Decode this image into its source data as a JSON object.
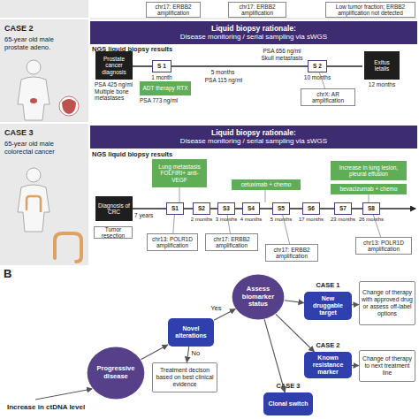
{
  "diagram": {
    "nodes": [
      {
        "text": [
          "chr17: ERBB2 amplification"
        ]
      },
      {
        "text": [
          "chr17: ERBB2 amplification"
        ]
      },
      {
        "text": [
          "Low tumor fraction; ERBB2 amplification not detected"
        ]
      },
      {
        "text": [
          "CASE 2",
          "65-year old male prostate adeno."
        ]
      },
      {
        "text": [
          "Liquid biopsy rationale:",
          "Disease monitoring / serial sampling via sWGS"
        ]
      },
      {
        "text": [
          "Prostate cancer diagnosis"
        ]
      },
      {
        "text": [
          "S 1"
        ]
      },
      {
        "text": [
          "ADT therapy RTX"
        ]
      },
      {
        "text": [
          "S 2"
        ]
      },
      {
        "text": [
          "Exitus letalis"
        ]
      },
      {
        "text": [
          "chrX: AR amplification"
        ]
      },
      {
        "text": [
          "CASE 3",
          "65-year old male colorectal cancer"
        ]
      },
      {
        "text": [
          "Liquid biopsy rationale:",
          "Disease monitoring / serial sampling via sWGS"
        ]
      },
      {
        "text": [
          "Diagnosis of CRC"
        ]
      },
      {
        "text": [
          "Tumor resection"
        ]
      },
      {
        "text": [
          "Lung metastasis FOLFIRI+ anti-VEGF"
        ]
      },
      {
        "text": [
          "cetuximab + chemo"
        ]
      },
      {
        "text": [
          "Increase in lung lesion, pleural effusion"
        ]
      },
      {
        "text": [
          "bevacizumab + chemo"
        ]
      },
      {
        "text": [
          "S1"
        ]
      },
      {
        "text": [
          "S2"
        ]
      },
      {
        "text": [
          "S3"
        ]
      },
      {
        "text": [
          "S4"
        ]
      },
      {
        "text": [
          "S5"
        ]
      },
      {
        "text": [
          "S6"
        ]
      },
      {
        "text": [
          "S7"
        ]
      },
      {
        "text": [
          "S8"
        ]
      },
      {
        "text": [
          "chr13: POLR1D amplification"
        ]
      },
      {
        "text": [
          "chr17: ERBB2 amplification"
        ]
      },
      {
        "text": [
          "chr17: ERBB2 amplification"
        ]
      },
      {
        "text": [
          "chr13: POLR1D amplification"
        ]
      },
      {
        "text": [
          "Progressive disease"
        ]
      },
      {
        "text": [
          "Novel alterations"
        ]
      },
      {
        "text": [
          "Assess biomarker status"
        ]
      },
      {
        "text": [
          "CASE 1",
          "New druggable target"
        ]
      },
      {
        "text": [
          "CASE 2",
          "Known resistance marker"
        ]
      },
      {
        "text": [
          "CASE 3",
          "Clonal switch"
        ]
      },
      {
        "text": [
          "Change of therapy with approved drug or assess off-label options"
        ]
      },
      {
        "text": [
          "Change of therapy to next treatment line"
        ]
      },
      {
        "text": [
          "Treatment decison based on best clinical evidence"
        ]
      }
    ],
    "edges": [
      {
        "from": 8,
        "to": 10,
        "arrow": "none"
      },
      {
        "from": 19,
        "to": 27,
        "arrow": "none"
      },
      {
        "from": 21,
        "to": 28,
        "arrow": "none"
      },
      {
        "from": 23,
        "to": 29,
        "arrow": "none"
      },
      {
        "from": 26,
        "to": 30,
        "arrow": "none"
      },
      {
        "from": 31,
        "to": 32,
        "arrow": "to"
      },
      {
        "from": 32,
        "to": 33,
        "label": "Yes",
        "arrow": "to"
      },
      {
        "from": 32,
        "to": 39,
        "label": "No",
        "arrow": "to"
      },
      {
        "from": 33,
        "to": 34,
        "arrow": "to"
      },
      {
        "from": 33,
        "to": 35,
        "arrow": "to"
      },
      {
        "from": 33,
        "to": 36,
        "arrow": "to"
      },
      {
        "from": 34,
        "to": 37,
        "arrow": "to"
      },
      {
        "from": 35,
        "to": 38,
        "arrow": "to"
      }
    ],
    "labels": [
      "NGS liquid biopsy results",
      "PSA 425 ng/ml",
      "Multiple bone metastases",
      "1 month",
      "PSA 773 ng/ml",
      "5 months",
      "PSA 115 ng/ml",
      "PSA 656 ng/ml",
      "Skull metastasis",
      "10 months",
      "12 months",
      "NGS liquid biopsy results",
      "7 years",
      "2 months",
      "3 months",
      "4 months",
      "5 months",
      "17 months",
      "23 months",
      "26 months",
      "B",
      "Increase in ctDNA level"
    ]
  }
}
